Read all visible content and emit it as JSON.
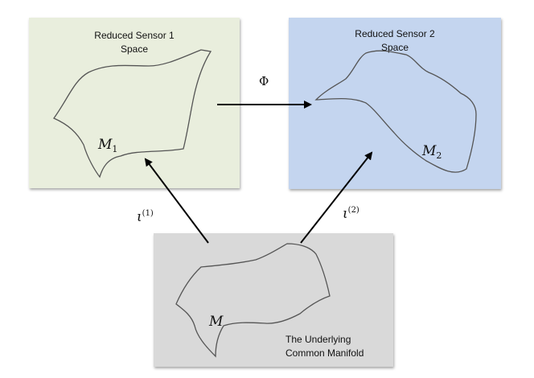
{
  "panels": {
    "sensor1": {
      "title": "Reduced Sensor 1\nSpace"
    },
    "sensor2": {
      "title": "Reduced Sensor 2\nSpace"
    },
    "common": {
      "title": "The Underlying\nCommon Manifold"
    }
  },
  "labels": {
    "manifold_1": {
      "main": "M",
      "sub": "1"
    },
    "manifold_2": {
      "main": "M",
      "sub": "2"
    },
    "manifold": {
      "main": "M"
    },
    "map_phi": "Φ",
    "embed_1": {
      "main": "ι",
      "sup": "(1)"
    },
    "embed_2": {
      "main": "ι",
      "sup": "(2)"
    }
  }
}
